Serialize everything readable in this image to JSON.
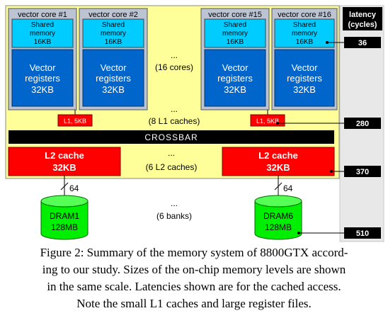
{
  "cores": [
    {
      "title": "vector core #1",
      "shared_line1": "Shared",
      "shared_line2": "memory",
      "shared_size": "16KB",
      "vreg_line1": "Vector",
      "vreg_line2": "registers",
      "vreg_size": "32KB"
    },
    {
      "title": "vector core #2",
      "shared_line1": "Shared",
      "shared_line2": "memory",
      "shared_size": "16KB",
      "vreg_line1": "Vector",
      "vreg_line2": "registers",
      "vreg_size": "32KB"
    },
    {
      "title": "vector core #15",
      "shared_line1": "Shared",
      "shared_line2": "memory",
      "shared_size": "16KB",
      "vreg_line1": "Vector",
      "vreg_line2": "registers",
      "vreg_size": "32KB"
    },
    {
      "title": "vector core #16",
      "shared_line1": "Shared",
      "shared_line2": "memory",
      "shared_size": "16KB",
      "vreg_line1": "Vector",
      "vreg_line2": "registers",
      "vreg_size": "32KB"
    }
  ],
  "dots": "...",
  "cores_note": "(16 cores)",
  "l1_caches": [
    "L1, 5KB",
    "L1, 5KB"
  ],
  "l1_note": "(8 L1 caches)",
  "crossbar": "CROSSBAR",
  "l2_caches": [
    {
      "line1": "L2 cache",
      "line2": "32KB"
    },
    {
      "line1": "L2 cache",
      "line2": "32KB"
    }
  ],
  "l2_note": "(6 L2 caches)",
  "bus_widths": [
    "64",
    "64"
  ],
  "drams": [
    {
      "line1": "DRAM1",
      "line2": "128MB"
    },
    {
      "line1": "DRAM6",
      "line2": "128MB"
    }
  ],
  "dram_note": "(6 banks)",
  "latency": {
    "title_line1": "latency",
    "title_line2": "(cycles)",
    "values": [
      "36",
      "280",
      "370",
      "510"
    ]
  },
  "caption_lines": [
    "Figure 2: Summary of the memory system of 8800GTX accord-",
    "ing to our study. Sizes of the on-chip memory levels are shown",
    "in the same scale. Latencies shown are for the cached access.",
    "Note the small L1 caches and large register files."
  ],
  "colors": {
    "chip_bg": "#ffff99",
    "core_bg": "#bcc4d4",
    "shared_bg": "#00ccff",
    "vreg_bg": "#0066cc",
    "cache_red": "#ff0000",
    "crossbar": "#000000",
    "dram_green": "#00ee00",
    "latency_panel": "#e8e8e8"
  }
}
